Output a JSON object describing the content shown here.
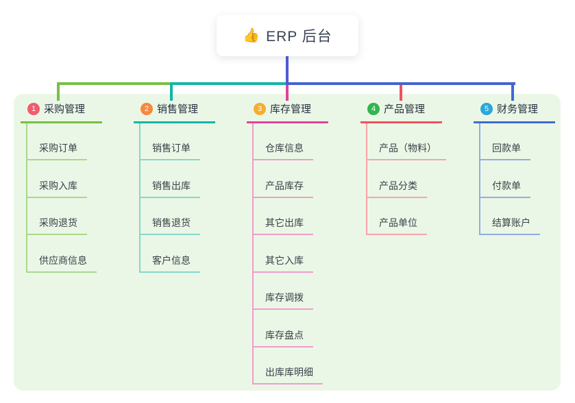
{
  "root": {
    "icon": "👍",
    "label": "ERP 后台"
  },
  "connector": {
    "root_color": "#4f5bd3",
    "right_color": "#4563cf"
  },
  "branches": [
    {
      "index": "1",
      "label": "采购管理",
      "badge_color": "#f15c6d",
      "line_color": "#77c043",
      "child_line_color": "#a9d88b",
      "children": [
        "采购订单",
        "采购入库",
        "采购退货",
        "供应商信息"
      ]
    },
    {
      "index": "2",
      "label": "销售管理",
      "badge_color": "#f8883c",
      "line_color": "#12b5a6",
      "child_line_color": "#84d7cd",
      "children": [
        "销售订单",
        "销售出库",
        "销售退货",
        "客户信息"
      ]
    },
    {
      "index": "3",
      "label": "库存管理",
      "badge_color": "#f6ae2d",
      "line_color": "#e2419b",
      "child_line_color": "#f09ccb",
      "children": [
        "仓库信息",
        "产品库存",
        "其它出库",
        "其它入库",
        "库存调拨",
        "库存盘点",
        "出库库明细"
      ]
    },
    {
      "index": "4",
      "label": "产品管理",
      "badge_color": "#31b550",
      "line_color": "#f0515f",
      "child_line_color": "#f7a4aa",
      "children": [
        "产品（物料）",
        "产品分类",
        "产品单位"
      ]
    },
    {
      "index": "5",
      "label": "财务管理",
      "badge_color": "#2ba7dc",
      "line_color": "#3c6bd2",
      "child_line_color": "#93abe4",
      "children": [
        "回款单",
        "付款单",
        "结算账户"
      ]
    }
  ]
}
